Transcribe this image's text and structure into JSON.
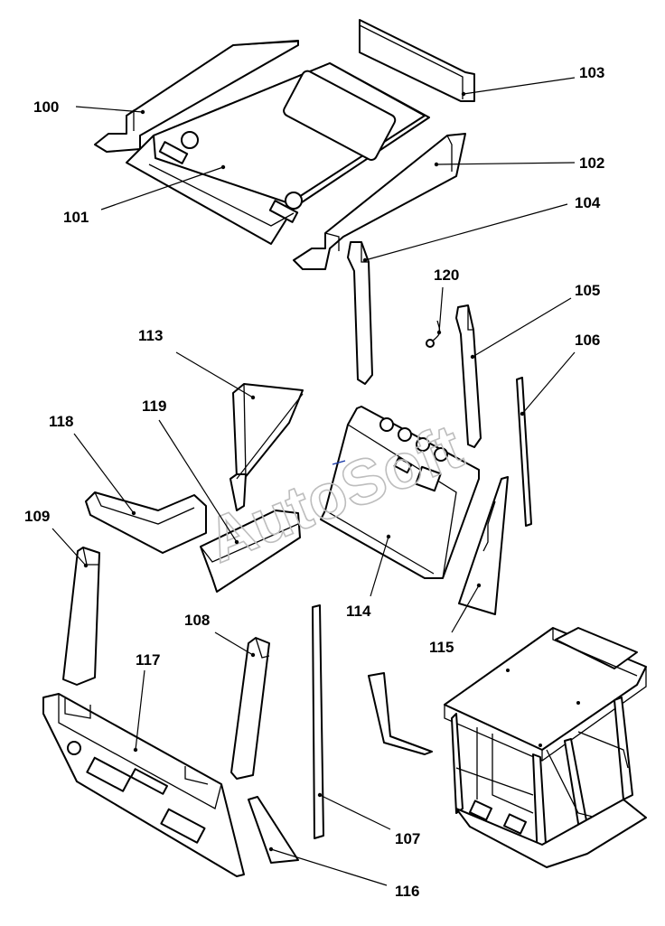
{
  "watermark": "AutoSoft",
  "callouts": [
    {
      "id": "100",
      "label": "100"
    },
    {
      "id": "101",
      "label": "101"
    },
    {
      "id": "102",
      "label": "102"
    },
    {
      "id": "103",
      "label": "103"
    },
    {
      "id": "104",
      "label": "104"
    },
    {
      "id": "105",
      "label": "105"
    },
    {
      "id": "106",
      "label": "106"
    },
    {
      "id": "107",
      "label": "107"
    },
    {
      "id": "108",
      "label": "108"
    },
    {
      "id": "109",
      "label": "109"
    },
    {
      "id": "113",
      "label": "113"
    },
    {
      "id": "114",
      "label": "114"
    },
    {
      "id": "115",
      "label": "115"
    },
    {
      "id": "116",
      "label": "116"
    },
    {
      "id": "117",
      "label": "117"
    },
    {
      "id": "118",
      "label": "118"
    },
    {
      "id": "119",
      "label": "119"
    },
    {
      "id": "120",
      "label": "120"
    }
  ]
}
